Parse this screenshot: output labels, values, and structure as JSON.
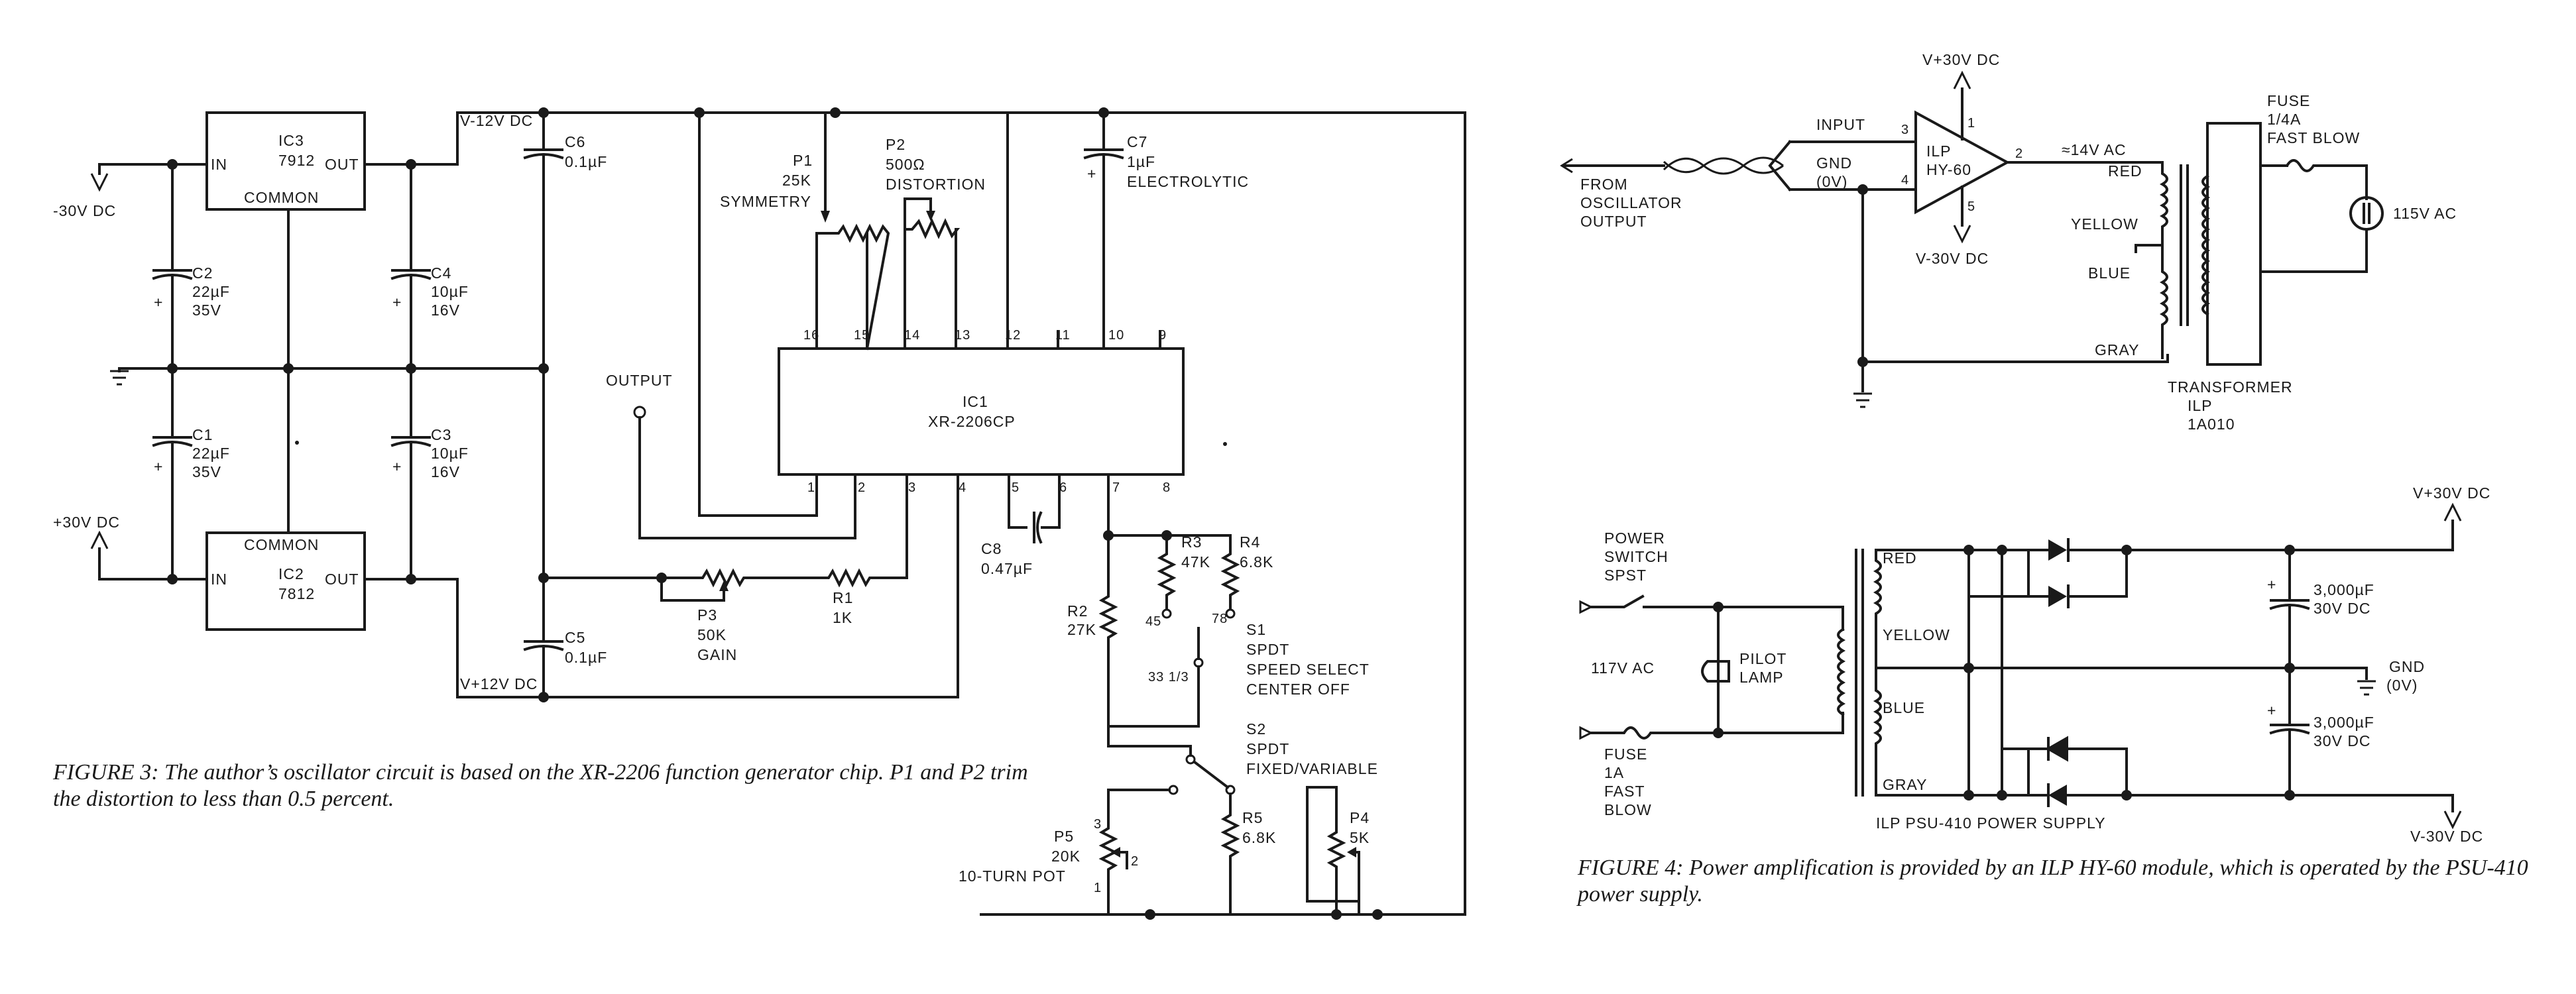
{
  "fig3": {
    "caption": "FIGURE 3: The author’s oscillator circuit is based on the XR-2206 function generator chip. P1 and P2 trim the distortion to less than 0.5 percent.",
    "ic3": {
      "name": "IC3",
      "part": "7912",
      "common": "COMMON",
      "in": "IN",
      "out": "OUT"
    },
    "ic2": {
      "name": "IC2",
      "part": "7812",
      "common": "COMMON",
      "in": "IN",
      "out": "OUT"
    },
    "ic1": {
      "name": "IC1",
      "part": "XR-2206CP"
    },
    "neg30": "-30V DC",
    "pos30": "+30V DC",
    "vneg12": "V-12V DC",
    "vpos12": "V+12V DC",
    "c1": {
      "name": "C1",
      "value": "22µF",
      "volt": "35V"
    },
    "c2": {
      "name": "C2",
      "value": "22µF",
      "volt": "35V"
    },
    "c3": {
      "name": "C3",
      "value": "10µF",
      "volt": "16V"
    },
    "c4": {
      "name": "C4",
      "value": "10µF",
      "volt": "16V"
    },
    "c5": {
      "name": "C5",
      "value": "0.1µF"
    },
    "c6": {
      "name": "C6",
      "value": "0.1µF"
    },
    "c7": {
      "name": "C7",
      "value": "1µF",
      "type": "ELECTROLYTIC"
    },
    "c8": {
      "name": "C8",
      "value": "0.47µF"
    },
    "p1": {
      "name": "P1",
      "value": "25K",
      "func": "SYMMETRY"
    },
    "p2": {
      "name": "P2",
      "value": "500Ω",
      "func": "DISTORTION"
    },
    "p3": {
      "name": "P3",
      "value": "50K",
      "func": "GAIN"
    },
    "p4": {
      "name": "P4",
      "value": "5K"
    },
    "p5": {
      "name": "P5",
      "value": "20K",
      "func": "10-TURN POT"
    },
    "r1": {
      "name": "R1",
      "value": "1K"
    },
    "r2": {
      "name": "R2",
      "value": "27K"
    },
    "r3": {
      "name": "R3",
      "value": "47K"
    },
    "r4": {
      "name": "R4",
      "value": "6.8K"
    },
    "r5": {
      "name": "R5",
      "value": "6.8K"
    },
    "s1": {
      "name": "S1",
      "type": "SPDT",
      "func1": "SPEED SELECT",
      "func2": "CENTER OFF",
      "pos45": "45",
      "pos78": "78",
      "pos33": "33 1/3"
    },
    "s2": {
      "name": "S2",
      "type": "SPDT",
      "func": "FIXED/VARIABLE"
    },
    "output": "OUTPUT",
    "pins_top": [
      "16",
      "15",
      "14",
      "13",
      "12",
      "11",
      "10",
      "9"
    ],
    "pins_bottom": [
      "1",
      "2",
      "3",
      "4",
      "5",
      "6",
      "7",
      "8"
    ],
    "p5_pins": [
      "3",
      "2",
      "1"
    ]
  },
  "fig4": {
    "caption": "FIGURE 4: Power amplification is provided by an ILP HY-60 module, which is operated by the PSU-410 power supply.",
    "amp": {
      "line1": "ILP",
      "line2": "HY-60",
      "pin1": "1",
      "pin2": "2",
      "pin3": "3",
      "pin4": "4",
      "pin5": "5"
    },
    "vpos30": "V+30V DC",
    "vneg30": "V-30V DC",
    "input": "INPUT",
    "gnd0v": [
      "GND",
      "(0V)"
    ],
    "from_osc": [
      "FROM",
      "OSCILLATOR",
      "OUTPUT"
    ],
    "ac14": "≈14V AC",
    "red": "RED",
    "yellow": "YELLOW",
    "blue": "BLUE",
    "gray": "GRAY",
    "transformer": [
      "TRANSFORMER",
      "ILP",
      "1A010"
    ],
    "fuse_quarter": [
      "FUSE",
      "1/4A",
      "FAST BLOW"
    ],
    "ac115": "115V AC",
    "psu": {
      "vpos": "V+30V DC",
      "vneg": "V-30V DC",
      "power_switch": [
        "POWER",
        "SWITCH",
        "SPST"
      ],
      "ac117": "117V AC",
      "fuse_1a": [
        "FUSE",
        "1A",
        "FAST",
        "BLOW"
      ],
      "pilot": [
        "PILOT",
        "LAMP"
      ],
      "red": "RED",
      "yellow": "YELLOW",
      "blue": "BLUE",
      "gray": "GRAY",
      "cap1": [
        "3,000µF",
        "30V DC"
      ],
      "cap2": [
        "3,000µF",
        "30V DC"
      ],
      "gnd": [
        "GND",
        "(0V)"
      ],
      "label": "ILP PSU-410 POWER SUPPLY"
    }
  }
}
